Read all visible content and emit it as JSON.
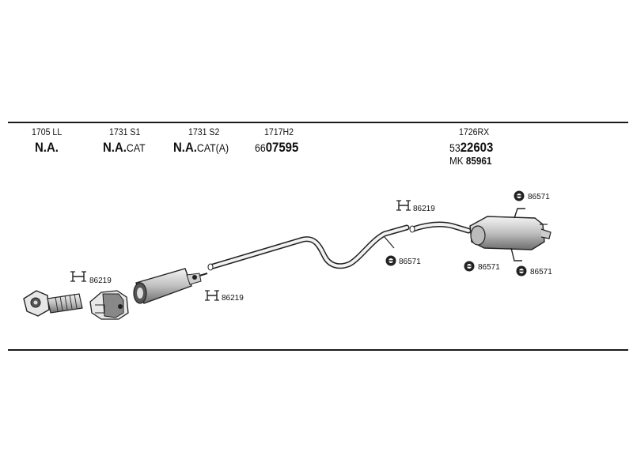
{
  "diagram": {
    "sections": [
      {
        "code": "1705 LL",
        "main_bold": "N.A.",
        "main_normal": ""
      },
      {
        "code": "1731 S1",
        "main_bold": "N.A.",
        "main_normal": "CAT"
      },
      {
        "code": "1731 S2",
        "main_bold": "N.A.",
        "main_normal": "CAT(A)"
      },
      {
        "code": "1717H2",
        "main_prefix": "66",
        "main_bold": "07595"
      },
      {
        "code": "1726RX",
        "main_prefix": "53",
        "main_bold": "22603",
        "extra_prefix": "MK",
        "extra_bold": "85961"
      }
    ],
    "parts": {
      "clamp_front": "86219",
      "clamp_mid": "86219",
      "clamp_rear": "86219",
      "hanger_mid": "86571",
      "hanger_top_right": "86571",
      "hanger_box_left": "86571",
      "hanger_box_right": "86571"
    }
  }
}
